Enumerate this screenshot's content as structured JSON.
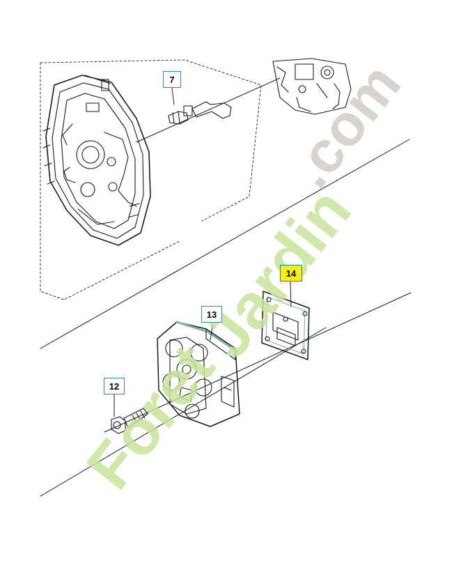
{
  "diagram": {
    "parts": [
      {
        "id": "air-filter-cover",
        "callout": ""
      },
      {
        "id": "choke-lever",
        "callout": "7"
      },
      {
        "id": "carburetor",
        "callout": ""
      },
      {
        "id": "screw",
        "callout": "12"
      },
      {
        "id": "adapter-plate",
        "callout": "13"
      },
      {
        "id": "gasket",
        "callout": "14"
      }
    ],
    "highlighted_callout": "14"
  },
  "watermark": {
    "text": "ForetJardin.com",
    "colors": {
      "green": "#c6e49a",
      "orange": "#f4c67e",
      "grey": "#d2ccc4"
    }
  },
  "colors": {
    "line": "#1a1a1a",
    "callout_border": "#2a8fb8",
    "highlight_fill": "#fff200",
    "gasket_tint": "#a9cfc0"
  }
}
